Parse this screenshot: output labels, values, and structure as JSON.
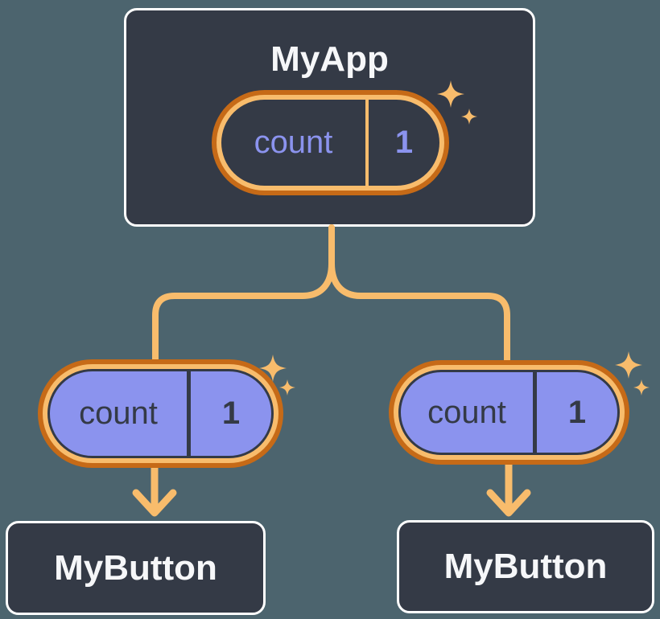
{
  "diagram": {
    "root": {
      "label": "MyApp",
      "prop": {
        "name": "count",
        "value": "1"
      }
    },
    "children": [
      {
        "label": "MyButton",
        "prop": {
          "name": "count",
          "value": "1"
        }
      },
      {
        "label": "MyButton",
        "prop": {
          "name": "count",
          "value": "1"
        }
      }
    ]
  },
  "icons": {
    "sparkle": "4-point-star"
  },
  "colors": {
    "bg": "#4C646E",
    "node-fill": "#343A46",
    "node-border": "#FFFFFF",
    "node-text": "#F6F7F9",
    "orange-dark": "#C66A17",
    "orange-light": "#F8BC6C",
    "lavender": "#8B93EE",
    "dark-text": "#343A46"
  }
}
